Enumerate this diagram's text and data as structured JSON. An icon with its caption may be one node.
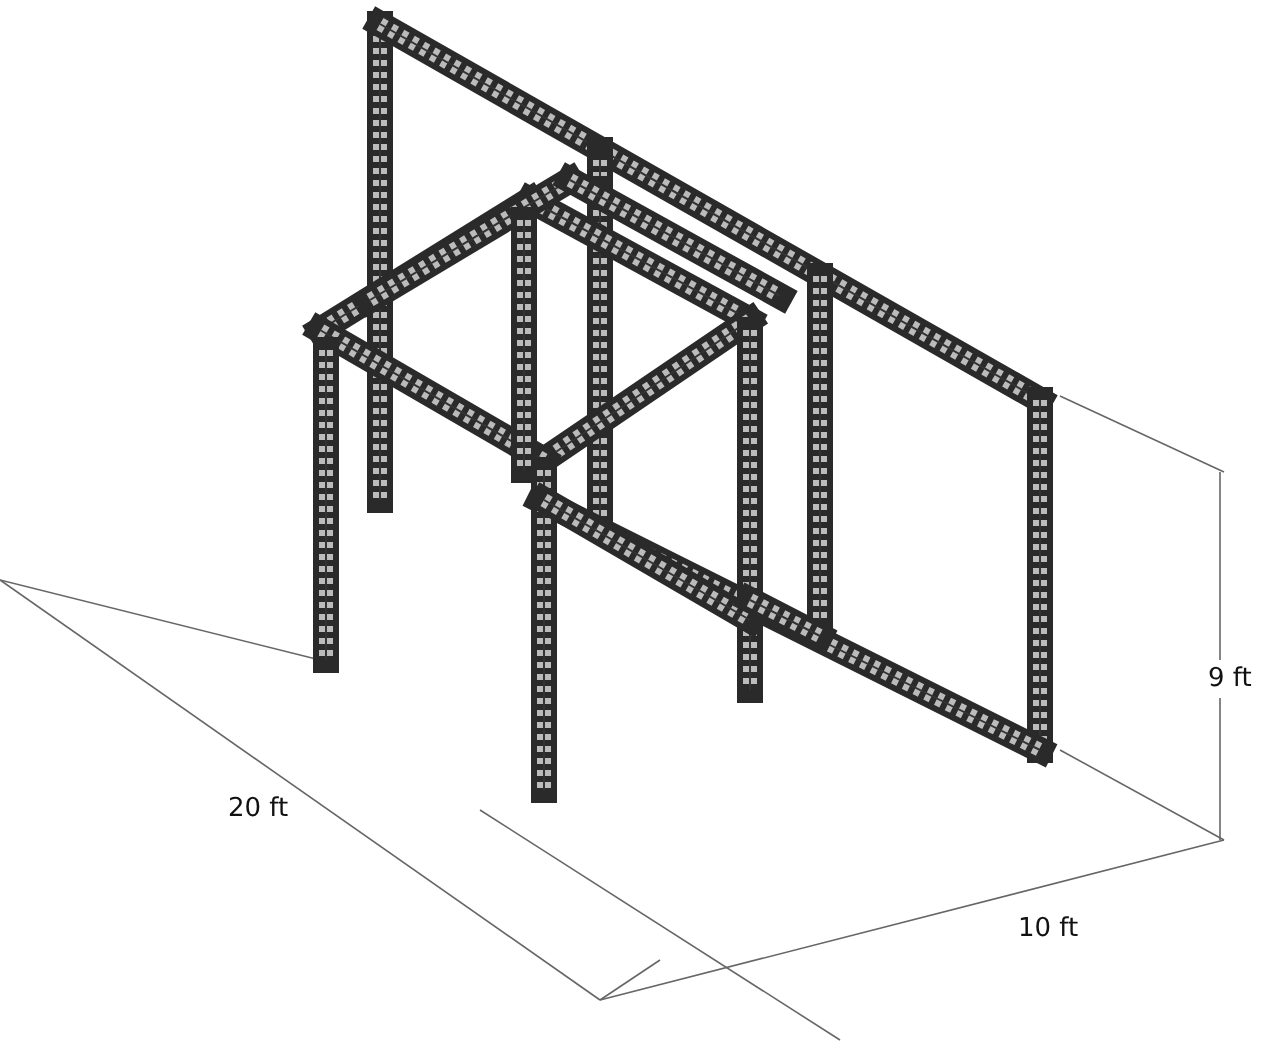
{
  "diagram": {
    "labels": [
      "9 ft",
      "20 ft",
      "10 ft"
    ]
  }
}
